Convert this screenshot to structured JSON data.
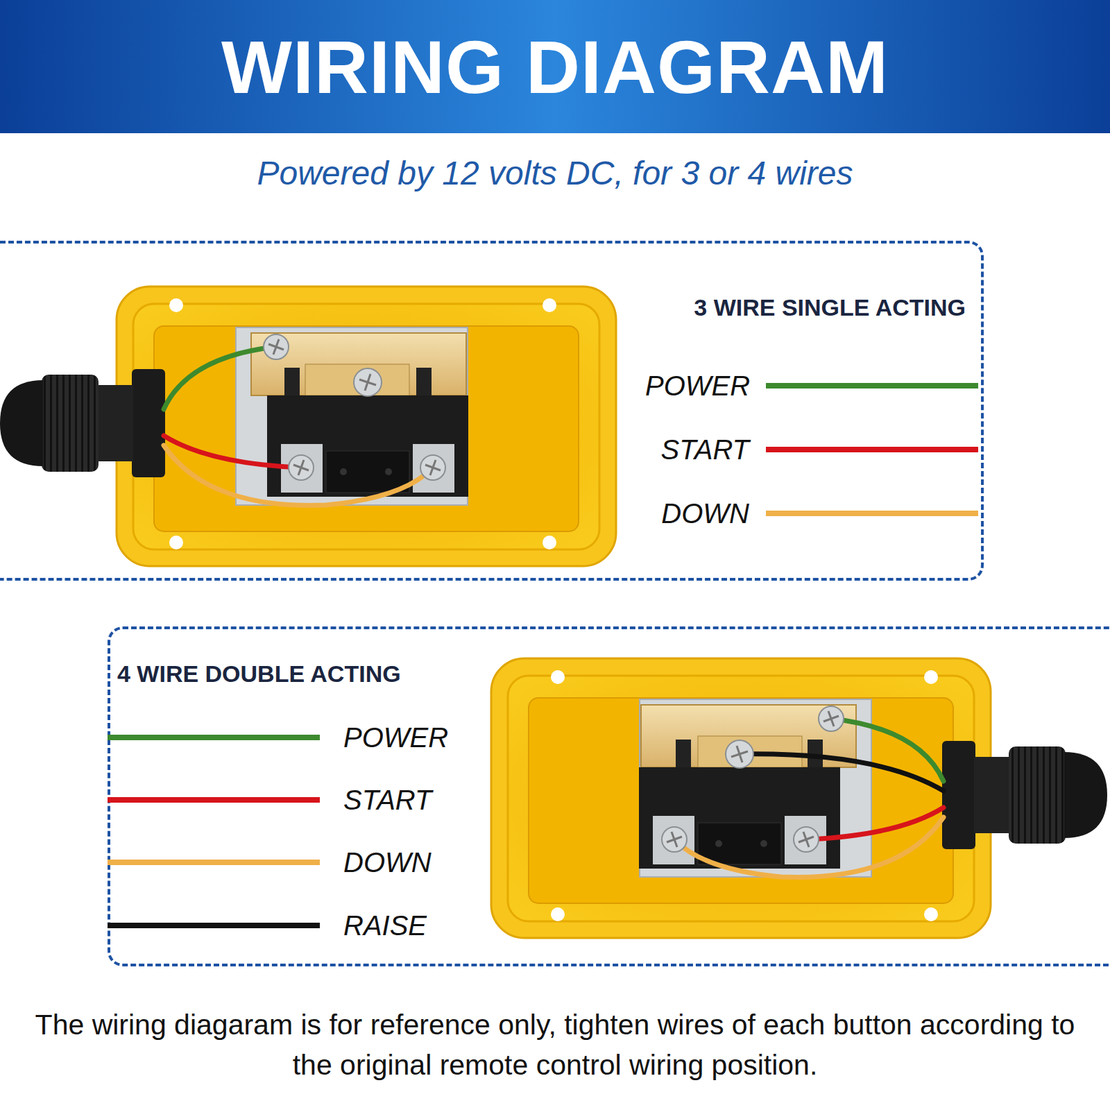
{
  "diagram": {
    "title": "WIRING DIAGRAM",
    "caption": "The wiring diagaram is for reference only, tighten wires of each button according to the original remote control wiring position.",
    "nodes": [
      {
        "text": [
          "3 WIRE SINGLE ACTING"
        ]
      },
      {
        "text": [
          "4 WIRE DOUBLE ACTING"
        ]
      }
    ],
    "labels": [
      "Powered by 12 volts DC, for 3 or 4 wires"
    ],
    "legend": [
      {
        "text": "POWER",
        "color": "#3d8a2e"
      },
      {
        "text": "START",
        "color": "#d7141b"
      },
      {
        "text": "DOWN",
        "color": "#f0b048"
      },
      {
        "text": "POWER",
        "color": "#3d8a2e"
      },
      {
        "text": "START",
        "color": "#d7141b"
      },
      {
        "text": "DOWN",
        "color": "#f0b048"
      },
      {
        "text": "RAISE",
        "color": "#111111"
      }
    ]
  }
}
